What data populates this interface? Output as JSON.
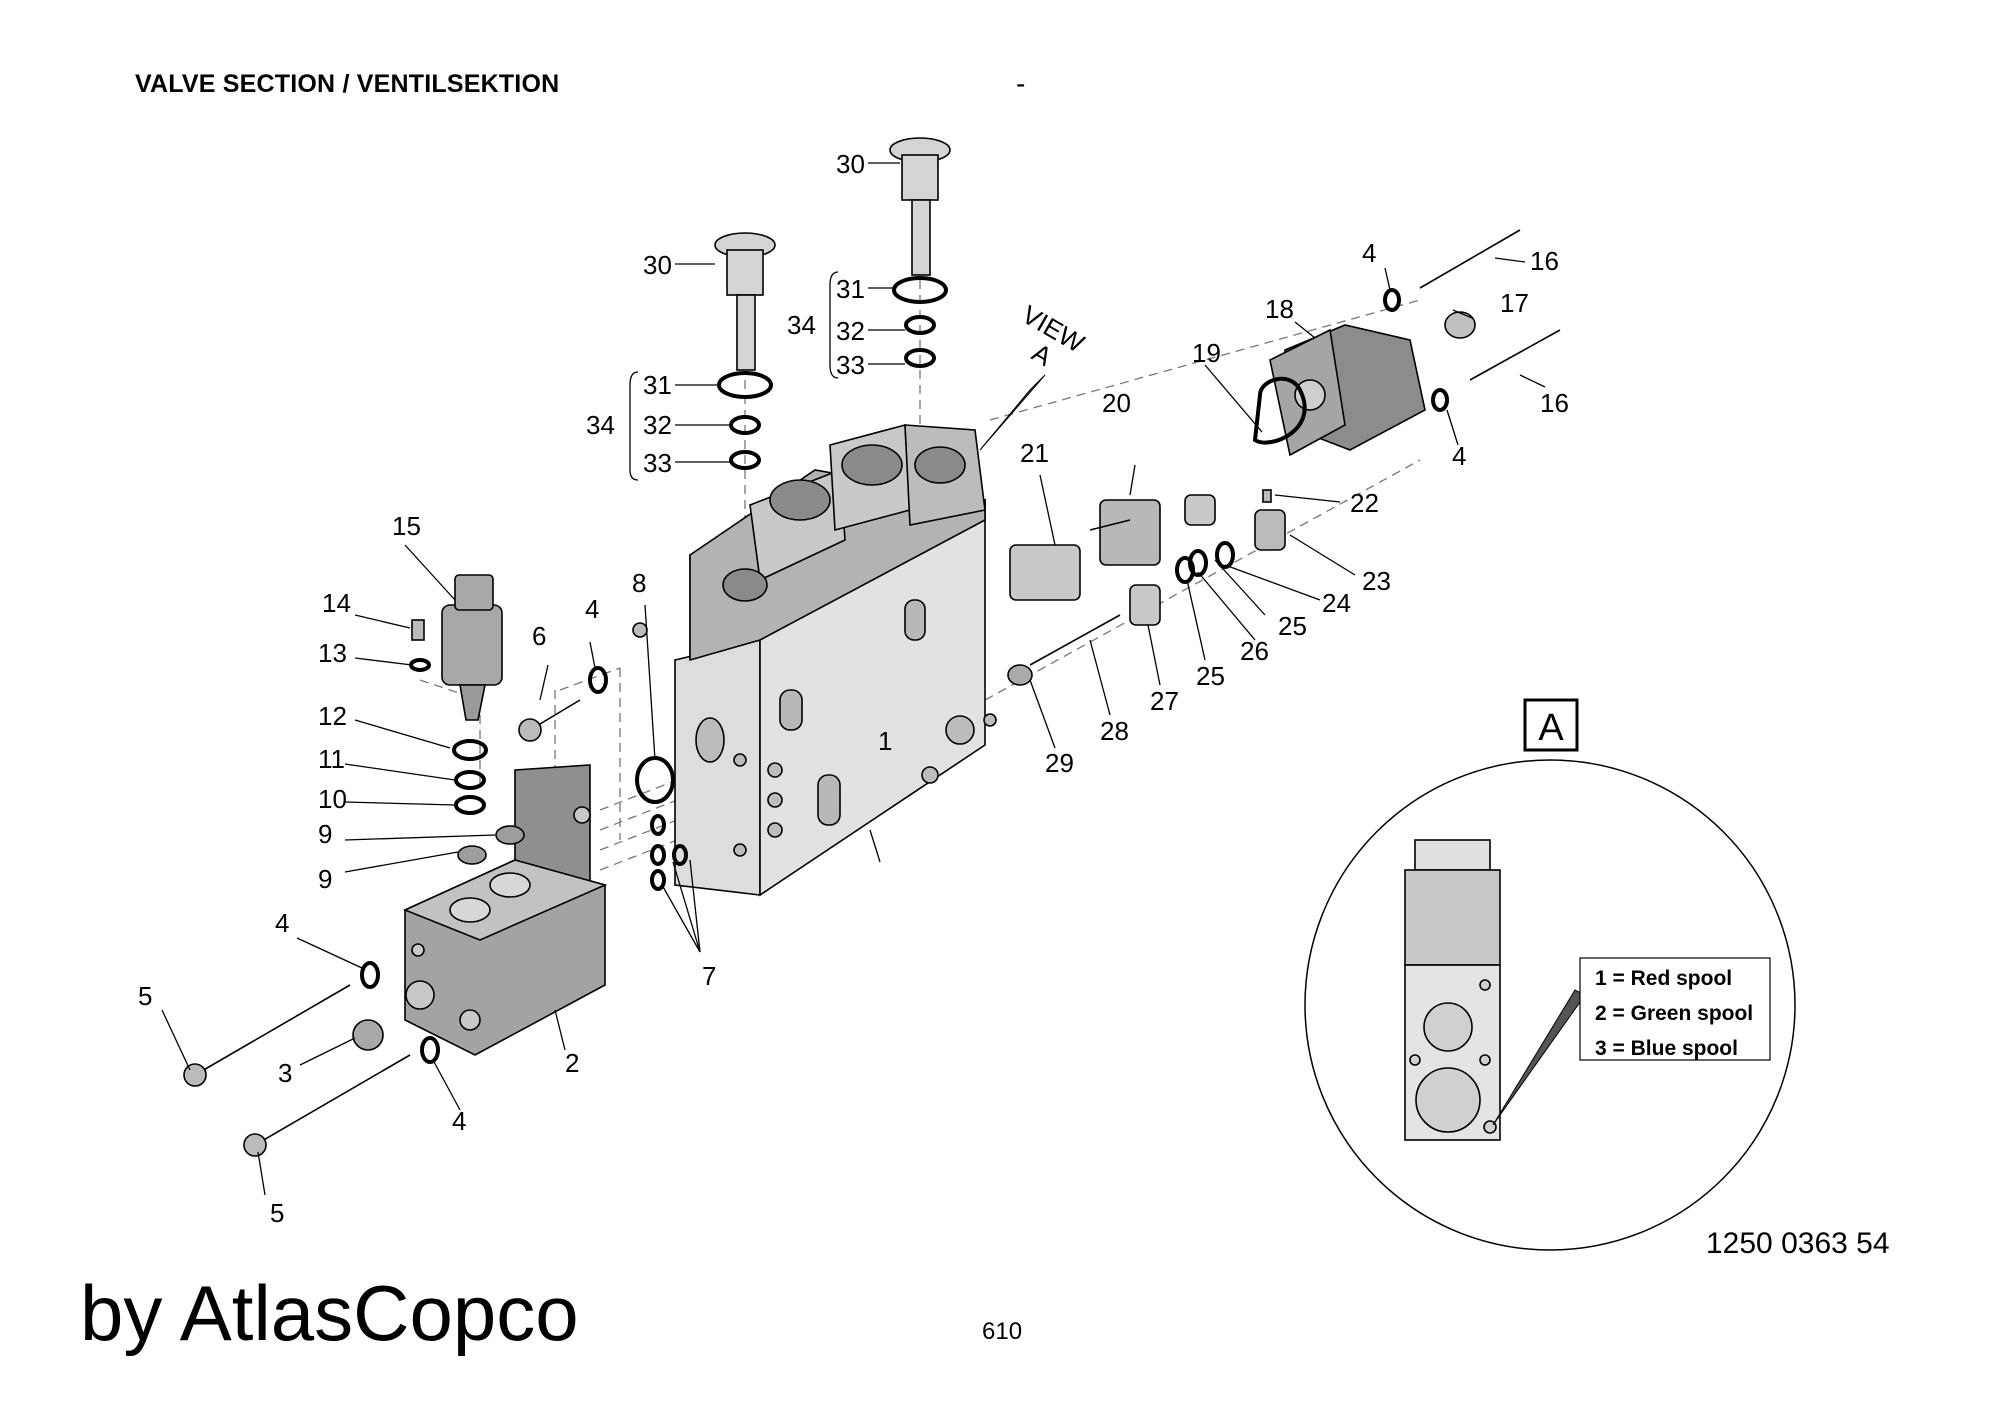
{
  "header": {
    "title": "VALVE SECTION / VENTILSEKTION",
    "dash": "-"
  },
  "footer": {
    "brand": "by AtlasCopco",
    "page_number": "610",
    "drawing_number": "1250 0363 54"
  },
  "view": {
    "title": "VIEW A",
    "word": "VIEW",
    "letter": "A",
    "box_label": "A"
  },
  "legend": [
    "1 = Red spool",
    "2 = Green spool",
    "3 = Blue spool"
  ],
  "colors": {
    "body_light": "#dcdcdc",
    "body_mid": "#bdbdbd",
    "body_dark": "#9a9a9a",
    "line": "#000000"
  },
  "labels": {
    "p1": "1",
    "p2": "2",
    "p3": "3",
    "p4": "4",
    "p5": "5",
    "p6": "6",
    "p7": "7",
    "p8": "8",
    "p9": "9",
    "p10": "10",
    "p11": "11",
    "p12": "12",
    "p13": "13",
    "p14": "14",
    "p15": "15",
    "p16": "16",
    "p17": "17",
    "p18": "18",
    "p19": "19",
    "p20": "20",
    "p21": "21",
    "p22": "22",
    "p23": "23",
    "p24": "24",
    "p25": "25",
    "p26": "26",
    "p27": "27",
    "p28": "28",
    "p29": "29",
    "p30": "30",
    "p31": "31",
    "p32": "32",
    "p33": "33",
    "p34": "34"
  }
}
